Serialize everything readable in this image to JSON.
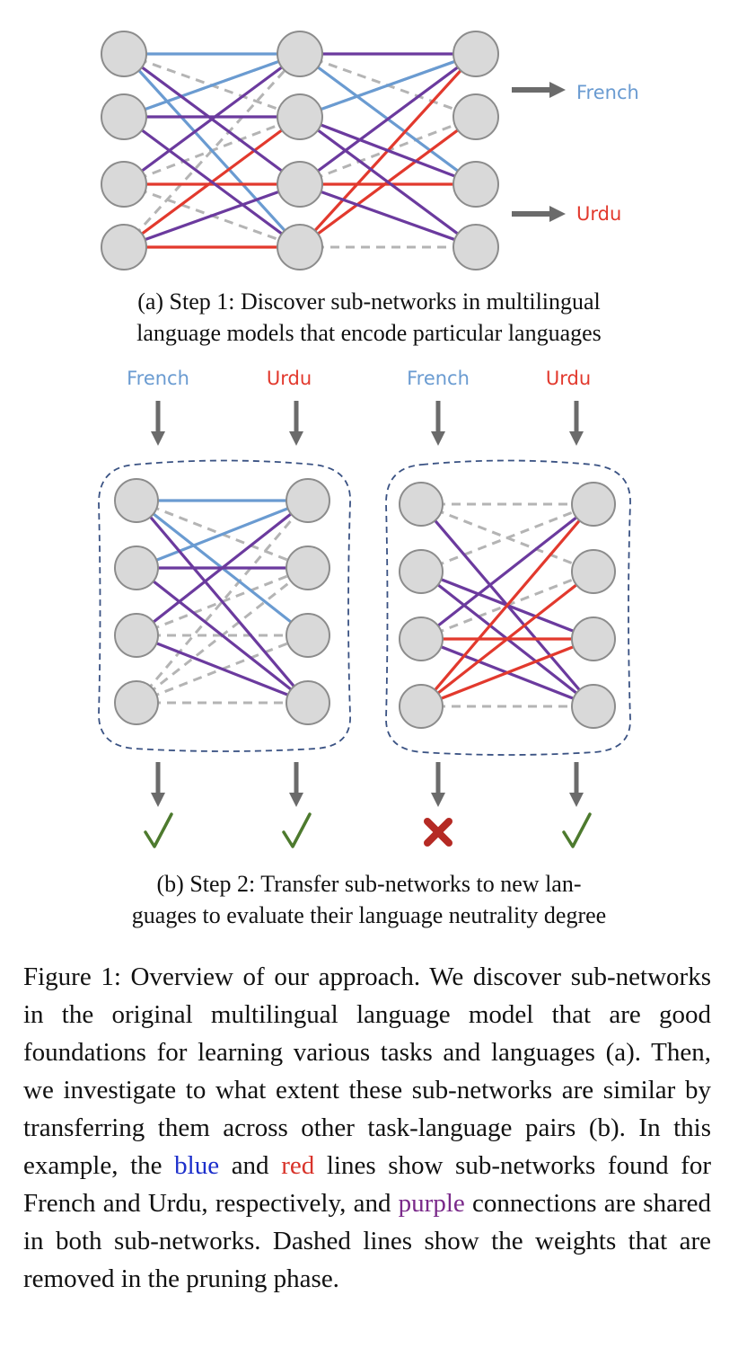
{
  "labels": {
    "french": "French",
    "urdu": "Urdu"
  },
  "captions": {
    "a_line1": "(a) Step 1: Discover sub-networks in multilingual",
    "a_line2": "language models that encode particular languages",
    "b_line1": "(b) Step 2:  Transfer sub-networks to new lan-",
    "b_line2": "guages to evaluate their language neutrality degree"
  },
  "figure_caption": {
    "part1": "Figure 1: Overview of our approach. We discover sub-networks in the original multilingual language model that are good foundations for learning various tasks and languages (a). Then, we investigate to what extent these sub-networks are similar by transferring them across other task-language pairs (b).  In this example, the ",
    "blue_word": "blue",
    "and_word": " and ",
    "red_word": "red",
    "part2": " lines show sub-networks found for French and Urdu, respectively, and ",
    "purple_word": "purple",
    "part3": " connections are shared in both sub-networks. Dashed lines show the weights that are removed in the pruning phase."
  },
  "results": [
    "check",
    "check",
    "cross",
    "check"
  ],
  "colors": {
    "blue": "#6a9bd1",
    "red": "#e2392d",
    "purple": "#6b3a9e",
    "dashed": "#b4b4b4",
    "node_fill": "#d9d9d9",
    "node_stroke": "#8c8c8c",
    "arrow": "#6b6b6b",
    "check": "#4d7a2e",
    "cross": "#b52a24",
    "box": "#3a5283"
  },
  "icons": [
    "right-arrow-icon",
    "down-arrow-icon",
    "checkmark-icon",
    "cross-icon"
  ]
}
